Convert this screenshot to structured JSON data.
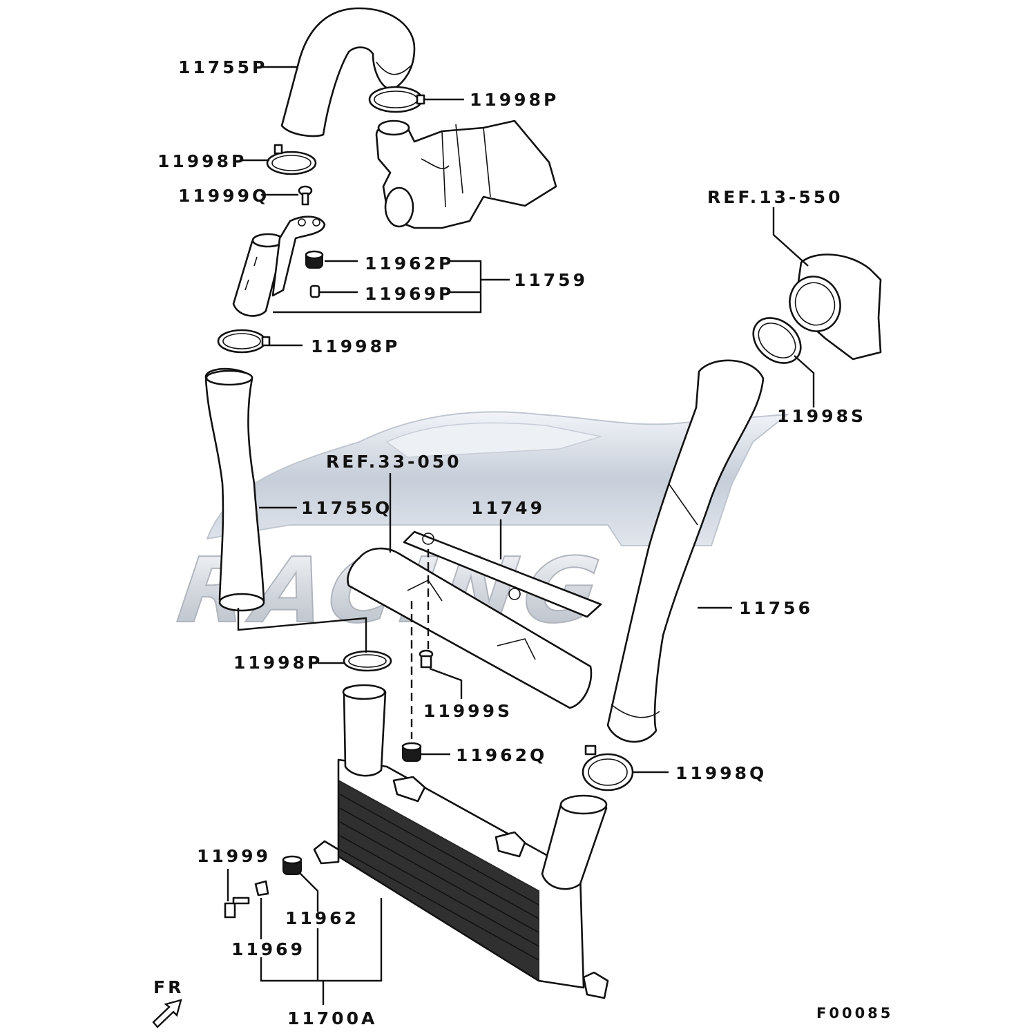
{
  "watermark": {
    "text": "RACING"
  },
  "labels": {
    "hose_upper": "11755P",
    "clamp_top": "11998P",
    "clamp_upper_left": "11998P",
    "bolt_upper": "11999Q",
    "ref_turbo": "REF.13-550",
    "grommet_upper": "11962P",
    "collar_upper": "11969P",
    "pipe_assy": "11759",
    "clamp_mid_left": "11998P",
    "clamp_right_upper": "11998S",
    "ref_bracket": "REF.33-050",
    "hose_left": "11755Q",
    "bracket": "11749",
    "hose_right": "11756",
    "clamp_lower_left": "11998P",
    "bolt_mid": "11999S",
    "grommet_mid": "11962Q",
    "clamp_lower_right": "11998Q",
    "bolt_lower": "11999",
    "grommet_lower": "11962",
    "collar_lower": "11969",
    "intercooler": "11700A",
    "front_marker": "FR",
    "figure_code": "F00085"
  }
}
